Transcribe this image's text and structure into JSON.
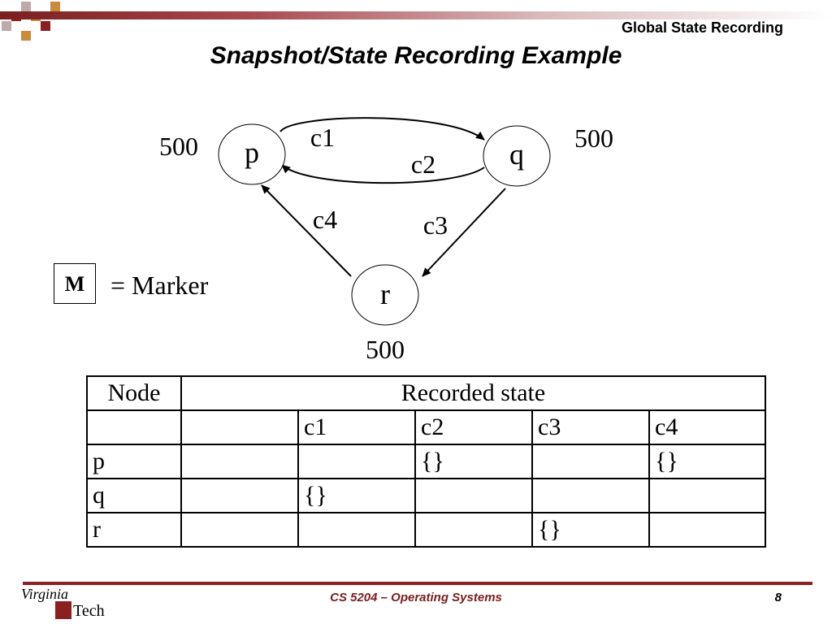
{
  "header": {
    "title": "Global State Recording"
  },
  "slide": {
    "title": "Snapshot/State Recording Example"
  },
  "diagram": {
    "nodes": [
      {
        "id": "p",
        "label": "p",
        "value": "500"
      },
      {
        "id": "q",
        "label": "q",
        "value": "500"
      },
      {
        "id": "r",
        "label": "r",
        "value": "500"
      }
    ],
    "channels": [
      {
        "label": "c1",
        "from": "p",
        "to": "q"
      },
      {
        "label": "c2",
        "from": "q",
        "to": "p"
      },
      {
        "label": "c3",
        "from": "q",
        "to": "r"
      },
      {
        "label": "c4",
        "from": "r",
        "to": "p"
      }
    ]
  },
  "legend": {
    "marker_symbol": "M",
    "marker_text": "= Marker"
  },
  "table": {
    "header": {
      "node": "Node",
      "recorded": "Recorded state"
    },
    "channels": [
      "c1",
      "c2",
      "c3",
      "c4"
    ],
    "rows": [
      {
        "node": "p",
        "cells": [
          "",
          "{}",
          "",
          "{}"
        ]
      },
      {
        "node": "q",
        "cells": [
          "{}",
          "",
          "",
          ""
        ]
      },
      {
        "node": "r",
        "cells": [
          "",
          "",
          "{}",
          ""
        ]
      }
    ]
  },
  "footer": {
    "course": "CS 5204 – Operating Systems",
    "page": "8",
    "logo_text_top": "Virginia",
    "logo_text_bottom": "Tech"
  },
  "colors": {
    "brand": "#7a1e1e",
    "accent_orange": "#c0601a"
  }
}
